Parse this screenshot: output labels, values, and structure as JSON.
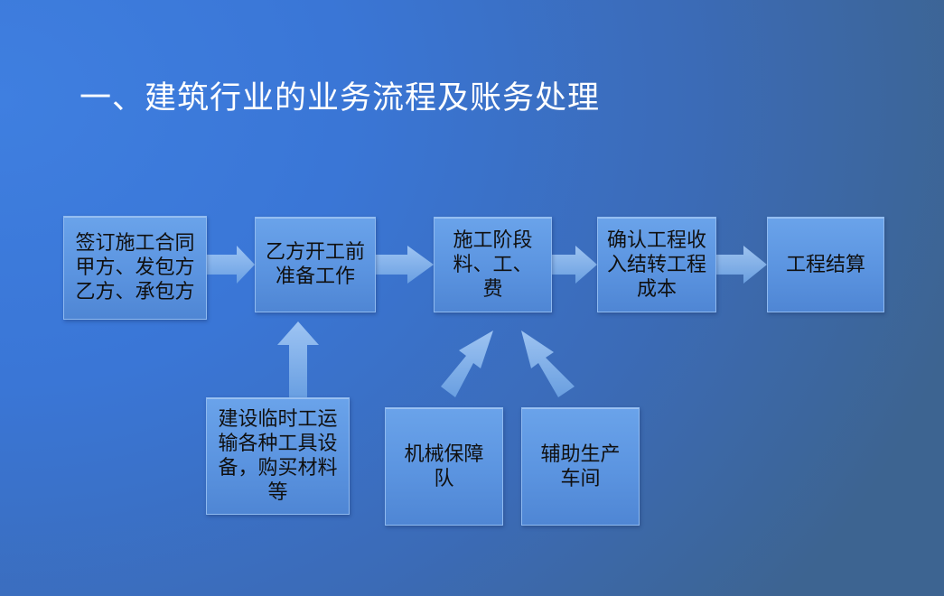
{
  "title": "一、建筑行业的业务流程及账务处理",
  "boxes": {
    "sign": "签订施工合同甲方、发包方乙方、承包方",
    "prep": "乙方开工前准备工作",
    "construction": "施工阶段料、工、费",
    "revenue": "确认工程收入结转工程成本",
    "settlement": "工程结算",
    "temporary": "建设临时工运输各种工具设备，购买材料等",
    "machinery": "机械保障队",
    "auxiliary": "辅助生产车间"
  }
}
